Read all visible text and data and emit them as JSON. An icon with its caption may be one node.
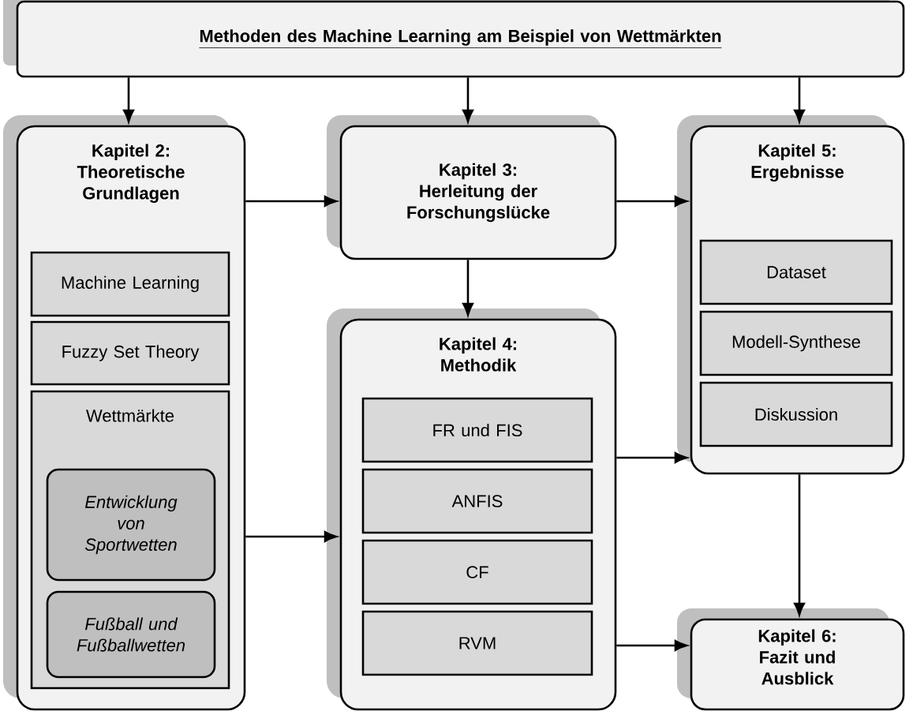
{
  "diagram": {
    "nodes": [
      {
        "text": [
          "Methoden des Machine Learning am Beispiel von Wettmärkten"
        ]
      },
      {
        "text": [
          "Kapitel 2: Theoretische Grundlagen"
        ]
      },
      {
        "text": [
          "Machine Learning"
        ],
        "in": 1
      },
      {
        "text": [
          "Fuzzy Set Theory"
        ],
        "in": 1
      },
      {
        "text": [
          "Wettmärkte"
        ],
        "in": 1
      },
      {
        "text": [
          "Entwicklung von Sportwetten"
        ],
        "in": 4
      },
      {
        "text": [
          "Fußball und Fußballwetten"
        ],
        "in": 4
      },
      {
        "text": [
          "Kapitel 3: Herleitung der Forschungslücke"
        ]
      },
      {
        "text": [
          "Kapitel 4: Methodik"
        ]
      },
      {
        "text": [
          "FR und FIS"
        ],
        "in": 8
      },
      {
        "text": [
          "ANFIS"
        ],
        "in": 8
      },
      {
        "text": [
          "CF"
        ],
        "in": 8
      },
      {
        "text": [
          "RVM"
        ],
        "in": 8
      },
      {
        "text": [
          "Kapitel 5: Ergebnisse"
        ]
      },
      {
        "text": [
          "Dataset"
        ],
        "in": 13
      },
      {
        "text": [
          "Modell-Synthese"
        ],
        "in": 13
      },
      {
        "text": [
          "Diskussion"
        ],
        "in": 13
      },
      {
        "text": [
          "Kapitel 6: Fazit und Ausblick"
        ]
      }
    ],
    "edges": [
      {
        "from": 0,
        "to": 1,
        "arrow": "to"
      },
      {
        "from": 0,
        "to": 7,
        "arrow": "to"
      },
      {
        "from": 0,
        "to": 13,
        "arrow": "to"
      },
      {
        "from": 1,
        "to": 7,
        "arrow": "to"
      },
      {
        "from": 7,
        "to": 13,
        "arrow": "to"
      },
      {
        "from": 7,
        "to": 8,
        "arrow": "to"
      },
      {
        "from": 1,
        "to": 8,
        "arrow": "to"
      },
      {
        "from": 8,
        "to": 13,
        "arrow": "to"
      },
      {
        "from": 13,
        "to": 17,
        "arrow": "to"
      },
      {
        "from": 8,
        "to": 17,
        "arrow": "to"
      }
    ]
  }
}
